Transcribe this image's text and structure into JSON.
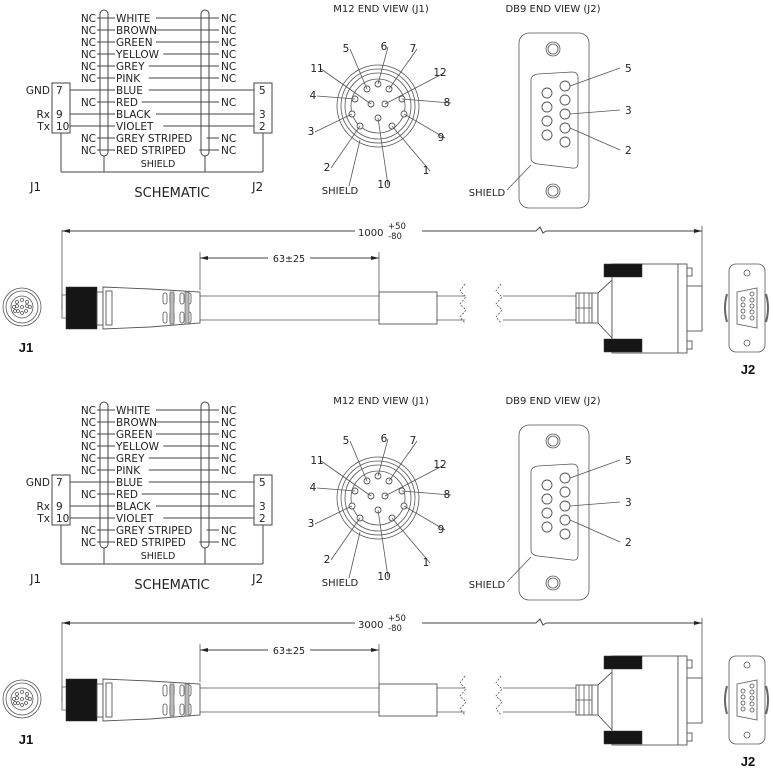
{
  "drawings": [
    {
      "id": "top",
      "schematic": {
        "title": "SCHEMATIC",
        "j1_label": "J1",
        "j2_label": "J2",
        "shield_label": "SHIELD",
        "wires": [
          {
            "color": "WHITE",
            "j1": "NC",
            "j2": "NC"
          },
          {
            "color": "BROWN",
            "j1": "NC",
            "j2": "NC"
          },
          {
            "color": "GREEN",
            "j1": "NC",
            "j2": "NC"
          },
          {
            "color": "YELLOW",
            "j1": "NC",
            "j2": "NC"
          },
          {
            "color": "GREY",
            "j1": "NC",
            "j2": "NC"
          },
          {
            "color": "PINK",
            "j1": "NC",
            "j2": "NC"
          },
          {
            "color": "BLUE",
            "j1": "7",
            "j1_signal": "GND",
            "j2": "5"
          },
          {
            "color": "RED",
            "j1": "NC",
            "j2": "NC"
          },
          {
            "color": "BLACK",
            "j1": "9",
            "j1_signal": "Rx",
            "j2": "3"
          },
          {
            "color": "VIOLET",
            "j1": "10",
            "j1_signal": "Tx",
            "j2": "2"
          },
          {
            "color": "GREY STRIPED",
            "j1": "NC",
            "j2": "NC"
          },
          {
            "color": "RED STRIPED",
            "j1": "NC",
            "j2": "NC"
          }
        ]
      },
      "m12_view": {
        "title": "M12 END VIEW (J1)",
        "pin_labels": [
          "1",
          "2",
          "3",
          "4",
          "5",
          "6",
          "7",
          "8",
          "9",
          "10",
          "11",
          "12"
        ],
        "shield_label": "SHIELD"
      },
      "db9_view": {
        "title": "DB9 END VIEW (J2)",
        "pin_labels": [
          "5",
          "3",
          "2"
        ],
        "shield_label": "SHIELD"
      },
      "cable": {
        "length_nominal": "1000",
        "length_tol_plus": "+50",
        "length_tol_minus": "-80",
        "strip_dim": "63±25",
        "j1_label": "J1",
        "j2_label": "J2"
      }
    },
    {
      "id": "bottom",
      "schematic": {
        "title": "SCHEMATIC",
        "j1_label": "J1",
        "j2_label": "J2",
        "shield_label": "SHIELD",
        "wires": [
          {
            "color": "WHITE",
            "j1": "NC",
            "j2": "NC"
          },
          {
            "color": "BROWN",
            "j1": "NC",
            "j2": "NC"
          },
          {
            "color": "GREEN",
            "j1": "NC",
            "j2": "NC"
          },
          {
            "color": "YELLOW",
            "j1": "NC",
            "j2": "NC"
          },
          {
            "color": "GREY",
            "j1": "NC",
            "j2": "NC"
          },
          {
            "color": "PINK",
            "j1": "NC",
            "j2": "NC"
          },
          {
            "color": "BLUE",
            "j1": "7",
            "j1_signal": "GND",
            "j2": "5"
          },
          {
            "color": "RED",
            "j1": "NC",
            "j2": "NC"
          },
          {
            "color": "BLACK",
            "j1": "9",
            "j1_signal": "Rx",
            "j2": "3"
          },
          {
            "color": "VIOLET",
            "j1": "10",
            "j1_signal": "Tx",
            "j2": "2"
          },
          {
            "color": "GREY STRIPED",
            "j1": "NC",
            "j2": "NC"
          },
          {
            "color": "RED STRIPED",
            "j1": "NC",
            "j2": "NC"
          }
        ]
      },
      "m12_view": {
        "title": "M12 END VIEW (J1)",
        "pin_labels": [
          "1",
          "2",
          "3",
          "4",
          "5",
          "6",
          "7",
          "8",
          "9",
          "10",
          "11",
          "12"
        ],
        "shield_label": "SHIELD"
      },
      "db9_view": {
        "title": "DB9 END VIEW (J2)",
        "pin_labels": [
          "5",
          "3",
          "2"
        ],
        "shield_label": "SHIELD"
      },
      "cable": {
        "length_nominal": "3000",
        "length_tol_plus": "+50",
        "length_tol_minus": "-80",
        "strip_dim": "63±25",
        "j1_label": "J1",
        "j2_label": "J2"
      }
    }
  ]
}
